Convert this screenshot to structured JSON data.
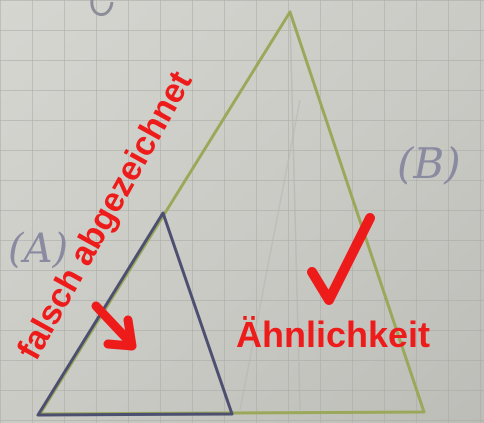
{
  "annotations": {
    "rotated_label": "falsch abgezeichnet",
    "similarity_label": "Ähnlichkeit"
  },
  "handwriting": {
    "triangle_a_label": "(A)",
    "triangle_b_label": "(B)"
  },
  "colors": {
    "annotation_red": "#ee1b1b",
    "triangle_a_stroke": "#4c4f70",
    "triangle_b_stroke": "#9aa85a",
    "grid_line": "#a9a9a4",
    "paper": "#cfcfca"
  }
}
